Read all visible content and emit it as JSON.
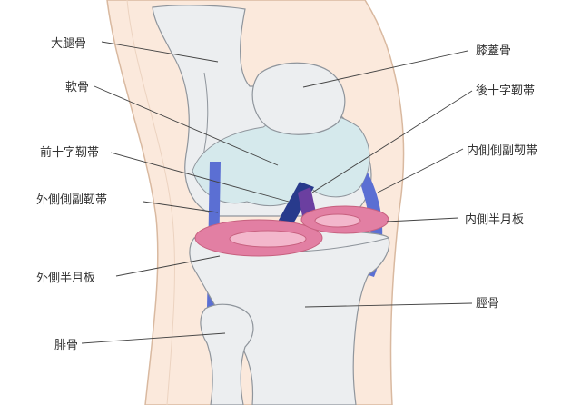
{
  "labels": {
    "femur": "大腿骨",
    "cartilage": "軟骨",
    "acl": "前十字靭帯",
    "lcl": "外側側副靭帯",
    "lateral_meniscus": "外側半月板",
    "fibula": "腓骨",
    "patella": "膝蓋骨",
    "pcl": "後十字靭帯",
    "mcl": "内側側副靭帯",
    "medial_meniscus": "内側半月板",
    "tibia": "脛骨"
  },
  "colors": {
    "skin": "#fbe9dc",
    "skin_outline": "#d9b9a0",
    "bone": "#eceef0",
    "bone_outline": "#8f959c",
    "cartilage": "#d5e9ec",
    "meniscus": "#e27fa3",
    "ligament_blue": "#5b6fd3",
    "ligament_dark": "#283a8c",
    "ligament_purple": "#6b3fa0"
  }
}
